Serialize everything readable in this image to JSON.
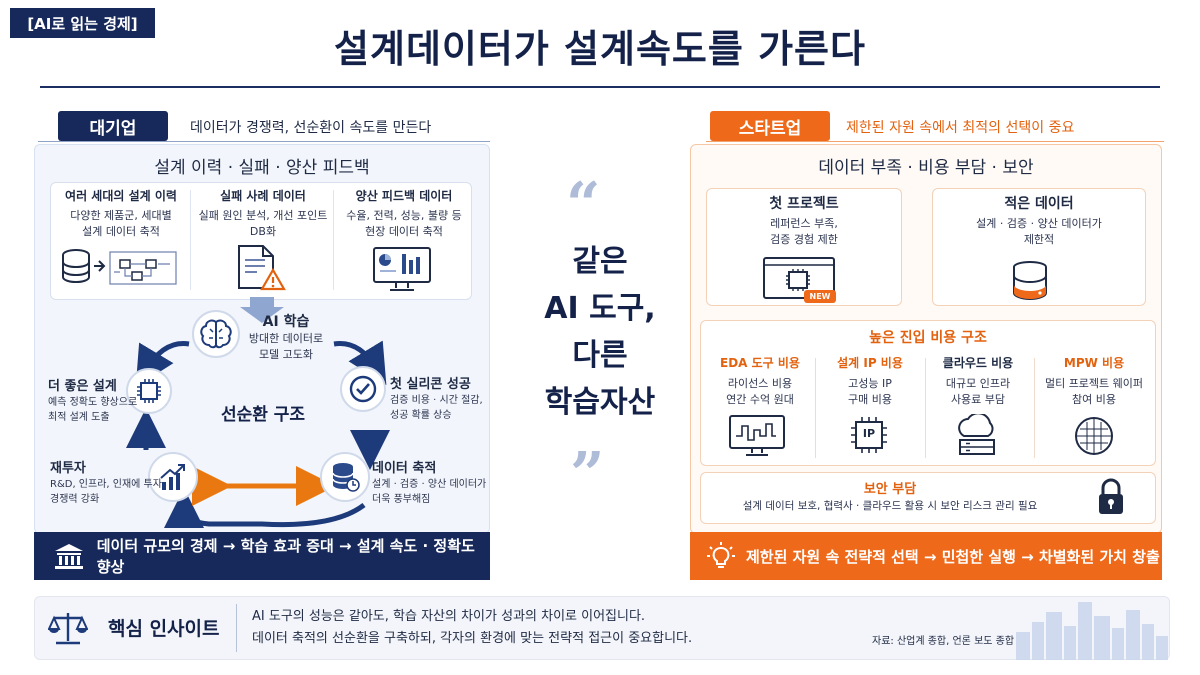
{
  "header": {
    "tag": "[AI로 읽는 경제]",
    "title": "설계데이터가 설계속도를 가른다"
  },
  "left": {
    "chip": "대기업",
    "caption": "데이터가 경쟁력, 선순환이 속도를 만든다",
    "section_title": "설계 이력 · 실패 · 양산 피드백",
    "cards": [
      {
        "title": "여러 세대의 설계 이력",
        "desc1": "다양한 제품군, 세대별",
        "desc2": "설계 데이터 축적"
      },
      {
        "title": "실패 사례 데이터",
        "desc1": "실패 원인 분석, 개선 포인트",
        "desc2": "DB화"
      },
      {
        "title": "양산 피드백 데이터",
        "desc1": "수율, 전력, 성능, 불량 등",
        "desc2": "현장 데이터 축적"
      }
    ],
    "cycle": {
      "center": "선순환 구조",
      "ai": {
        "title": "AI 학습",
        "desc1": "방대한 데이터로",
        "desc2": "모델 고도화"
      },
      "first_success": {
        "title": "첫 실리콘 성공",
        "desc1": "검증 비용 · 시간 절감,",
        "desc2": "성공 확률 상승"
      },
      "data_accum": {
        "title": "데이터 축적",
        "desc1": "설계 · 검증 · 양산 데이터가",
        "desc2": "더욱 풍부해짐"
      },
      "reinvest": {
        "title": "재투자",
        "desc1": "R&D, 인프라, 인재에 투자",
        "desc2": "경쟁력 강화"
      },
      "better_design": {
        "title": "더 좋은 설계",
        "desc1": "예측 정확도 향상으로",
        "desc2": "최적 설계 도출"
      }
    },
    "banner": "데이터 규모의 경제 → 학습 효과 증대 → 설계 속도 · 정확도 향상"
  },
  "center": {
    "open_quote": "“",
    "close_quote": "”",
    "lines": [
      "같은",
      "AI 도구,",
      "다른",
      "학습자산"
    ]
  },
  "right": {
    "chip": "스타트업",
    "caption": "제한된 자원 속에서 최적의 선택이 중요",
    "section_title": "데이터 부족 · 비용 부담 · 보안",
    "cards": [
      {
        "title": "첫 프로젝트",
        "desc1": "레퍼런스 부족,",
        "desc2": "검증 경험 제한",
        "badge": "NEW"
      },
      {
        "title": "적은 데이터",
        "desc1": "설계 · 검증 · 양산 데이터가",
        "desc2": "제한적"
      }
    ],
    "cost": {
      "title": "높은 진입 비용 구조",
      "items": [
        {
          "title": "EDA 도구 비용",
          "desc1": "라이선스 비용",
          "desc2": "연간 수억 원대",
          "accent": true
        },
        {
          "title": "설계 IP 비용",
          "desc1": "고성능 IP",
          "desc2": "구매 비용",
          "accent": true,
          "icon_text": "IP"
        },
        {
          "title": "클라우드 비용",
          "desc1": "대규모 인프라",
          "desc2": "사용료 부담",
          "accent": false
        },
        {
          "title": "MPW 비용",
          "desc1": "멀티 프로젝트 웨이퍼",
          "desc2": "참여 비용",
          "accent": true
        }
      ]
    },
    "security": {
      "title": "보안 부담",
      "desc": "설계 데이터 보호, 협력사 · 클라우드 활용 시 보안 리스크 관리 필요"
    },
    "banner": "제한된 자원 속 전략적 선택 → 민첩한 실행 → 차별화된 가치 창출"
  },
  "insight": {
    "label": "핵심 인사이트",
    "line1": "AI 도구의 성능은 같아도, 학습 자산의 차이가 성과의 차이로 이어집니다.",
    "line2": "데이터 축적의 선순환을 구축하되, 각자의 환경에 맞는 전략적 접근이 중요합니다.",
    "source": "자료: 산업계 종합, 언론 보도 종합"
  },
  "colors": {
    "navy": "#17295a",
    "orange": "#ee6a1a",
    "light_blue": "#f2f6fc"
  }
}
